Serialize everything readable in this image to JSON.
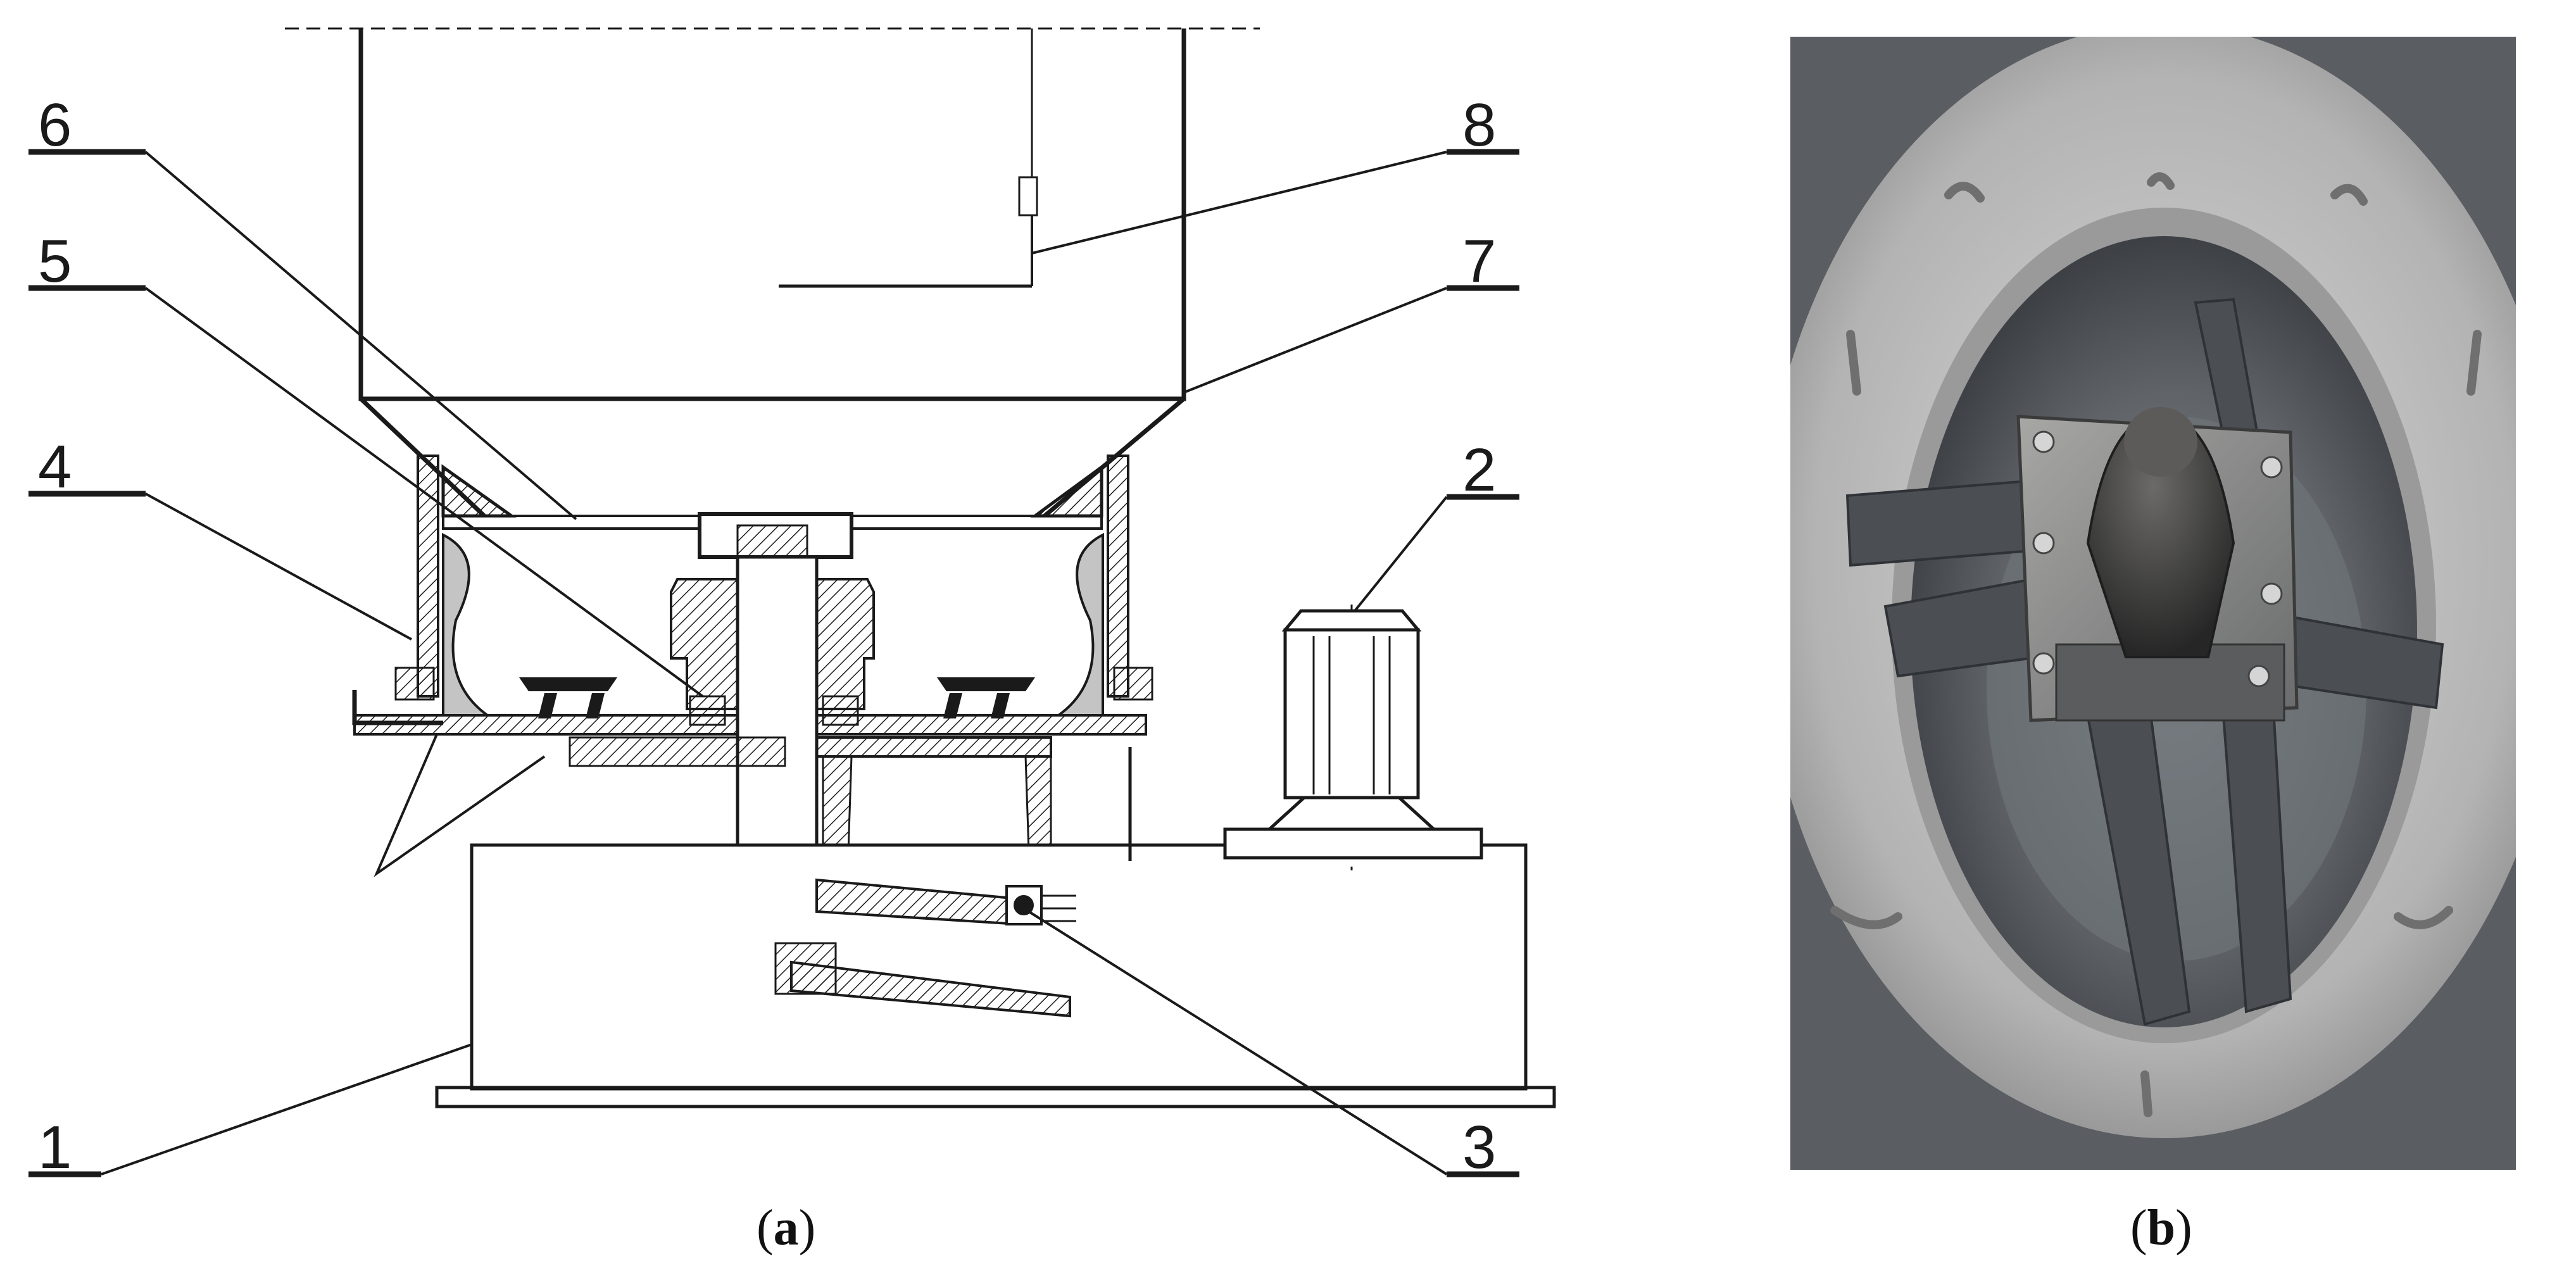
{
  "panel_a": {
    "callouts": [
      "1",
      "2",
      "3",
      "4",
      "5",
      "6",
      "7",
      "8"
    ],
    "caption_open": "(",
    "caption_letter": "a",
    "caption_close": ")"
  },
  "panel_b": {
    "caption_open": "(",
    "caption_letter": "b",
    "caption_close": ")"
  },
  "colors": {
    "line": "#1a1a1a",
    "insert_grey": "#c4c4c4",
    "metal_light": "#bdbdbd",
    "metal_dark": "#4b4f54",
    "chamber": "#5f6368"
  }
}
